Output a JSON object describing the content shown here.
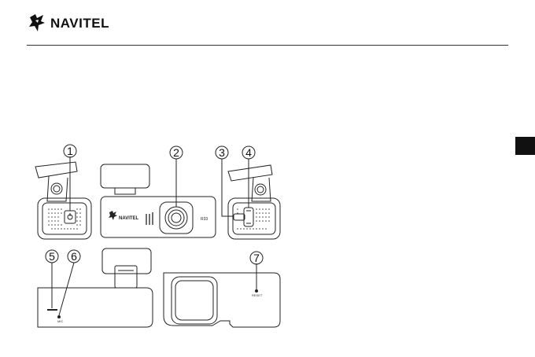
{
  "header": {
    "brand": "NAVITEL",
    "logo_icon": "navitel-bird-logo-icon"
  },
  "sidebar_tab": {
    "color": "#111111"
  },
  "diagram": {
    "callouts": [
      "1",
      "2",
      "3",
      "4",
      "5",
      "6",
      "7"
    ],
    "device_brand": "NAVITEL",
    "device_model": "R33",
    "mic_label": "MIC",
    "reset_label": "RESET"
  }
}
